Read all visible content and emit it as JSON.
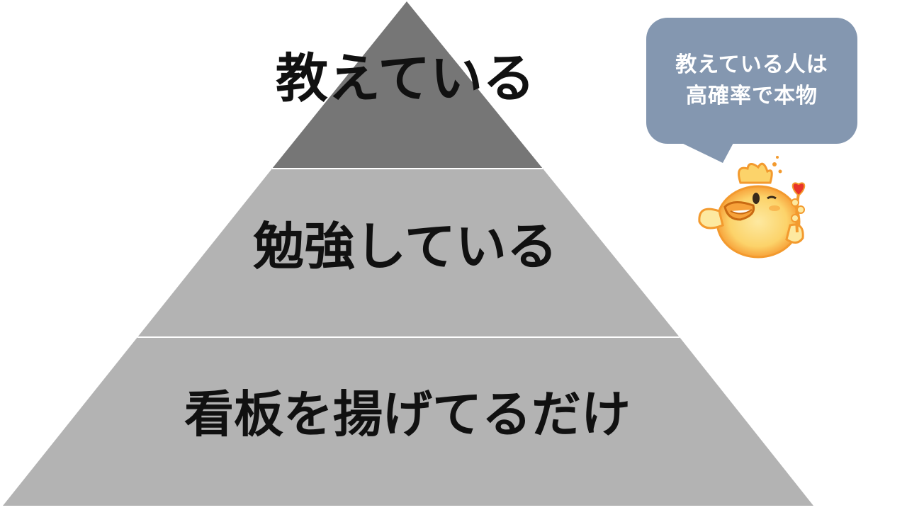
{
  "diagram": {
    "type": "pyramid",
    "tiers": [
      {
        "label": "教えている",
        "color": "#767676"
      },
      {
        "label": "勉強している",
        "color": "#b3b3b3"
      },
      {
        "label": "看板を揚げてるだけ",
        "color": "#b3b3b3"
      }
    ],
    "divider_color": "#ffffff"
  },
  "callout": {
    "lines": [
      "教えている人は",
      "高確率で本物"
    ],
    "background": "#8497b0",
    "text_color": "#ffffff"
  },
  "mascot": {
    "icon": "chick-mascot-icon",
    "glow_color": "#f7a23a",
    "body_color": "#fde9a0",
    "heart_color": "#e8332a"
  }
}
